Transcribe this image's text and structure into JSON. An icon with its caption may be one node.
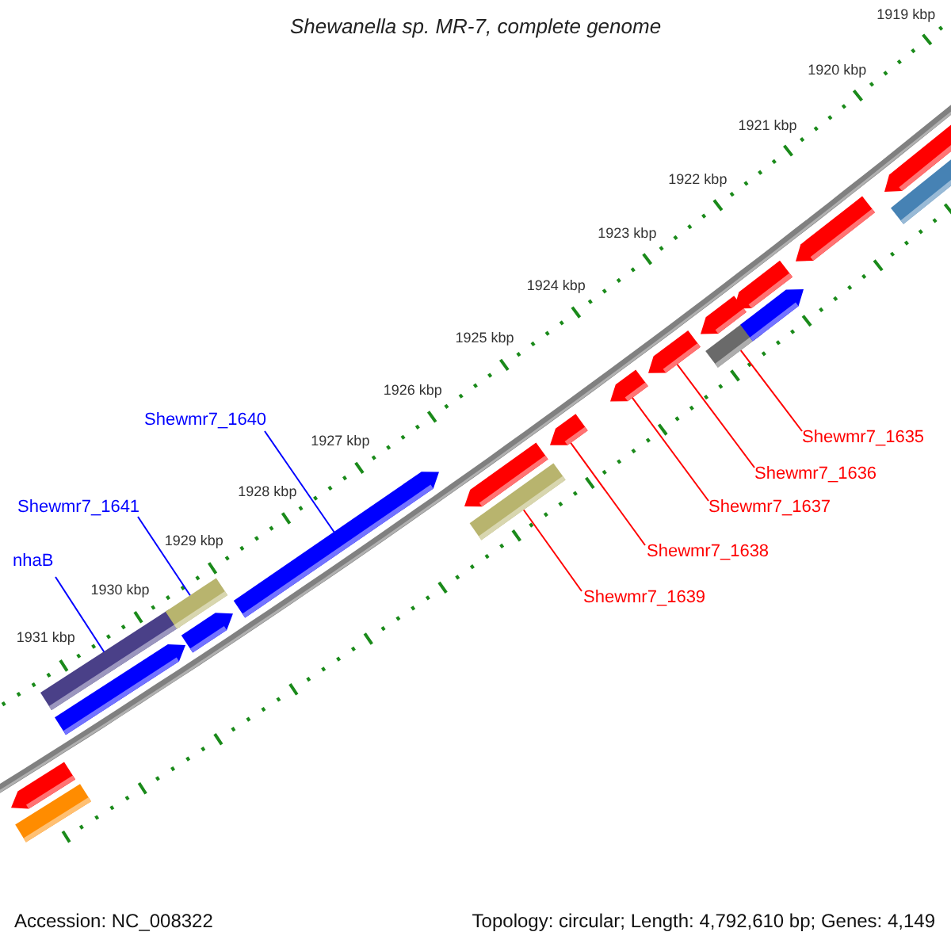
{
  "diagram": {
    "title": "Shewanella sp. MR-7, complete genome",
    "nodes": [
      {
        "text": [
          "Shewmr7_1640"
        ]
      },
      {
        "text": [
          "Shewmr7_1641"
        ]
      },
      {
        "text": [
          "nhaB"
        ]
      },
      {
        "text": [
          "Shewmr7_1635"
        ]
      },
      {
        "text": [
          "Shewmr7_1636"
        ]
      },
      {
        "text": [
          "Shewmr7_1637"
        ]
      },
      {
        "text": [
          "Shewmr7_1638"
        ]
      },
      {
        "text": [
          "Shewmr7_1639"
        ]
      },
      {
        "text": [],
        "shape": "arrow"
      },
      {
        "text": [],
        "shape": "bar"
      },
      {
        "text": [],
        "shape": "bar"
      },
      {
        "text": [],
        "shape": "arrow"
      },
      {
        "text": [],
        "shape": "bar"
      },
      {
        "text": [],
        "shape": "arrow"
      },
      {
        "text": [],
        "shape": "arrow"
      },
      {
        "text": [],
        "shape": "arrow"
      },
      {
        "text": [],
        "shape": "bar"
      },
      {
        "text": [],
        "shape": "arrow"
      },
      {
        "text": [],
        "shape": "arrow"
      },
      {
        "text": [],
        "shape": "arrow"
      },
      {
        "text": [],
        "shape": "arrow"
      },
      {
        "text": [],
        "shape": "bar"
      },
      {
        "text": [],
        "shape": "arrow"
      },
      {
        "text": [],
        "shape": "arrow"
      },
      {
        "text": [],
        "shape": "arrow"
      },
      {
        "text": [],
        "shape": "arrow"
      },
      {
        "text": [],
        "shape": "bar"
      }
    ],
    "edges": [
      {
        "from": 0,
        "to": 14,
        "arrow": "none",
        "color": "#0000ff"
      },
      {
        "from": 1,
        "to": 12,
        "arrow": "none",
        "color": "#0000ff"
      },
      {
        "from": 2,
        "to": 10,
        "arrow": "none",
        "color": "#0000ff"
      },
      {
        "from": 3,
        "to": 21,
        "arrow": "none"
      },
      {
        "from": 4,
        "to": 19,
        "arrow": "none"
      },
      {
        "from": 5,
        "to": 18,
        "arrow": "none"
      },
      {
        "from": 6,
        "to": 17,
        "arrow": "none"
      },
      {
        "from": 7,
        "to": 16,
        "arrow": "none"
      }
    ],
    "labels": [
      "1919 kbp",
      "1920 kbp",
      "1921 kbp",
      "1922 kbp",
      "1923 kbp",
      "1924 kbp",
      "1925 kbp",
      "1926 kbp",
      "1927 kbp",
      "1928 kbp",
      "1929 kbp",
      "1930 kbp",
      "1931 kbp",
      "Accession: NC_008322",
      "Topology: circular; Length: 4,792,610 bp; Genes: 4,149"
    ]
  }
}
